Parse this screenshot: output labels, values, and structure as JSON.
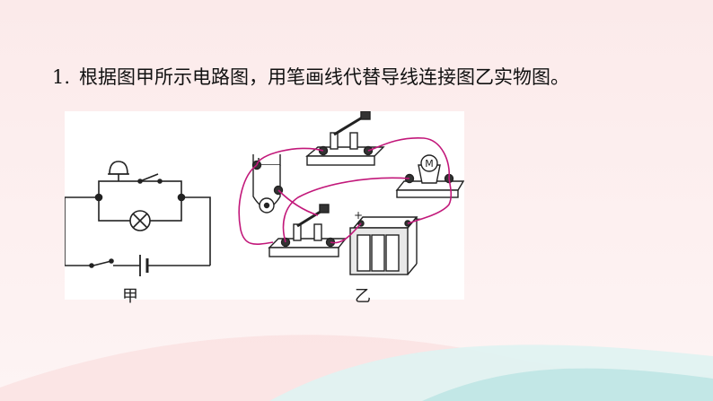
{
  "question": {
    "number": "1.",
    "text": "根据图甲所示电路图，用笔画线代替导线连接图乙实物图。"
  },
  "figure": {
    "label_jia": "甲",
    "label_yi": "乙",
    "battery_plus": "+",
    "battery_minus": "−",
    "motor_symbol": "M",
    "wire_color": "#c2187a"
  }
}
